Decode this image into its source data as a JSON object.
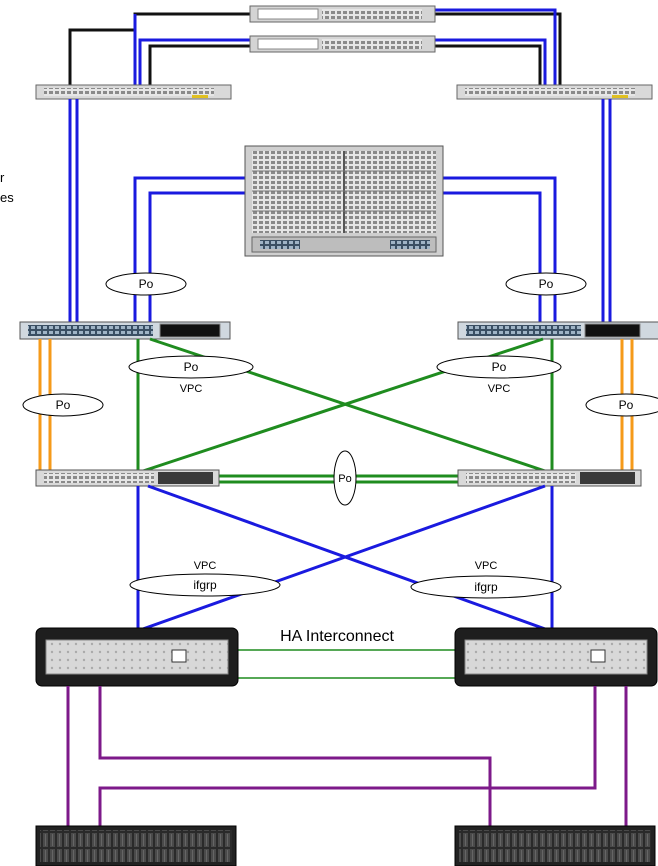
{
  "edge_text": {
    "line1": "r",
    "line2": "es"
  },
  "labels": {
    "po": "Po",
    "vpc": "VPC",
    "ifgrp": "ifgrp",
    "ha_interconnect": "HA Interconnect"
  },
  "colors": {
    "blue": "#1a1adf",
    "green": "#1f8c1f",
    "orange": "#f59a1a",
    "purple": "#7d1a8a",
    "black": "#111111"
  }
}
